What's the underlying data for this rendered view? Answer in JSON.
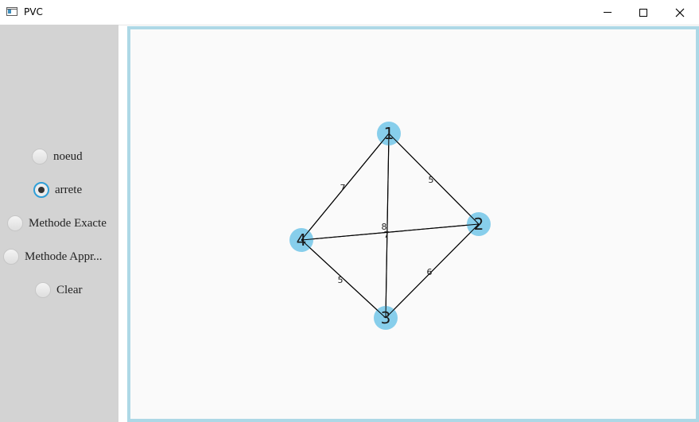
{
  "window": {
    "title": "PVC"
  },
  "controls": [
    {
      "label": "noeud",
      "selected": false
    },
    {
      "label": "arrete",
      "selected": true
    },
    {
      "label": "Methode Exacte",
      "selected": false
    },
    {
      "label": "Methode Appr...",
      "selected": false
    },
    {
      "label": "Clear",
      "selected": false
    }
  ],
  "graph": {
    "node_color": "#87ceeb",
    "edge_color": "#000000",
    "nodes": [
      {
        "id": "1",
        "label": "1"
      },
      {
        "id": "2",
        "label": "2"
      },
      {
        "id": "3",
        "label": "3"
      },
      {
        "id": "4",
        "label": "4"
      }
    ],
    "edges": [
      {
        "from": "1",
        "to": "2",
        "weight": "5"
      },
      {
        "from": "1",
        "to": "4",
        "weight": "7"
      },
      {
        "from": "1",
        "to": "3",
        "weight": "8"
      },
      {
        "from": "4",
        "to": "2",
        "weight": "7"
      },
      {
        "from": "4",
        "to": "3",
        "weight": "5"
      },
      {
        "from": "3",
        "to": "2",
        "weight": "6"
      }
    ]
  }
}
